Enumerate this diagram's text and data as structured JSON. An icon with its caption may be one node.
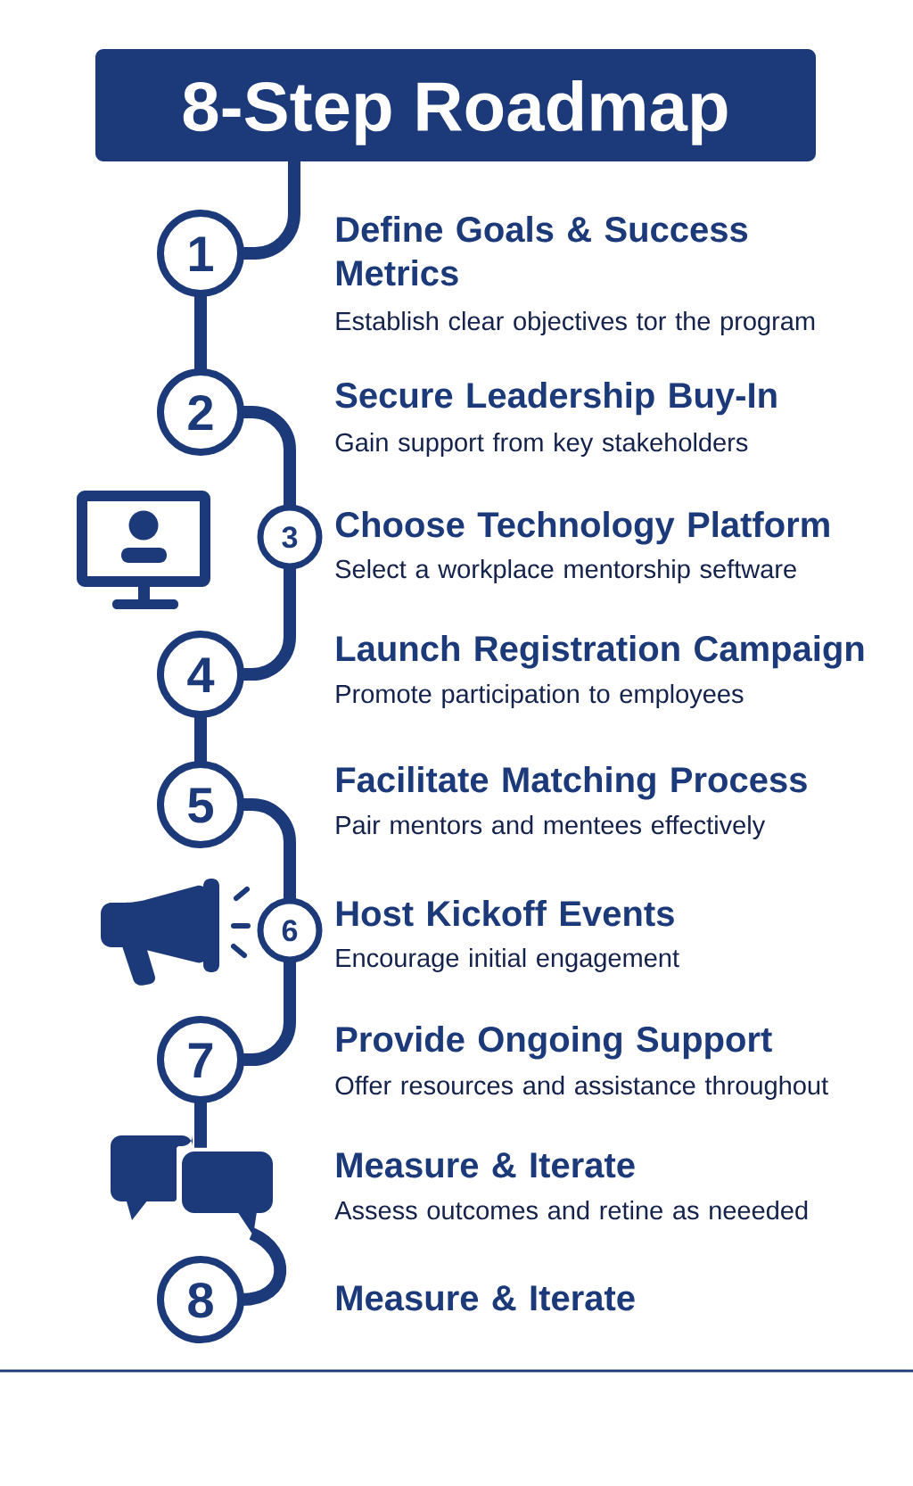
{
  "diagram": {
    "nodes": [
      {
        "text": [
          "8-Step Roadmap"
        ]
      },
      {
        "text": [
          "1"
        ],
        "beside": [
          "Define Goals & Success Metrics",
          "Establish clear objectives tor the program"
        ]
      },
      {
        "text": [
          "2"
        ],
        "beside": [
          "Secure Leadership Buy-In",
          "Gain support from key stakeholders"
        ]
      },
      {
        "text": [
          "3"
        ],
        "beside": [
          "Choose Technology Platform",
          "Select a workplace mentorship seftware"
        ]
      },
      {
        "text": [
          "4"
        ],
        "beside": [
          "Launch Registration Campaign",
          "Promote participation to employees"
        ]
      },
      {
        "text": [
          "5"
        ],
        "beside": [
          "Facilitate Matching Process",
          "Pair mentors and mentees effectively"
        ]
      },
      {
        "text": [
          "6"
        ],
        "beside": [
          "Host Kickoff Events",
          "Encourage initial engagement"
        ]
      },
      {
        "text": [
          "7"
        ],
        "beside": [
          "Provide Ongoing Support",
          "Offer resources and assistance throughout"
        ]
      },
      {
        "text": [],
        "shape": "picture",
        "beside": [
          "Measure & Iterate",
          "Assess outcomes and retine as neeeded"
        ]
      },
      {
        "text": [
          "8"
        ],
        "beside": [
          "Measure & Iterate"
        ]
      }
    ],
    "edges": [
      {
        "from": 0,
        "to": 1,
        "arrow": "none"
      },
      {
        "from": 1,
        "to": 2,
        "arrow": "none"
      },
      {
        "from": 2,
        "to": 3,
        "arrow": "none"
      },
      {
        "from": 3,
        "to": 4,
        "arrow": "none"
      },
      {
        "from": 4,
        "to": 5,
        "arrow": "none"
      },
      {
        "from": 5,
        "to": 6,
        "arrow": "none"
      },
      {
        "from": 6,
        "to": 7,
        "arrow": "none"
      },
      {
        "from": 7,
        "to": 8,
        "arrow": "none"
      },
      {
        "from": 8,
        "to": 9,
        "arrow": "none"
      }
    ]
  }
}
